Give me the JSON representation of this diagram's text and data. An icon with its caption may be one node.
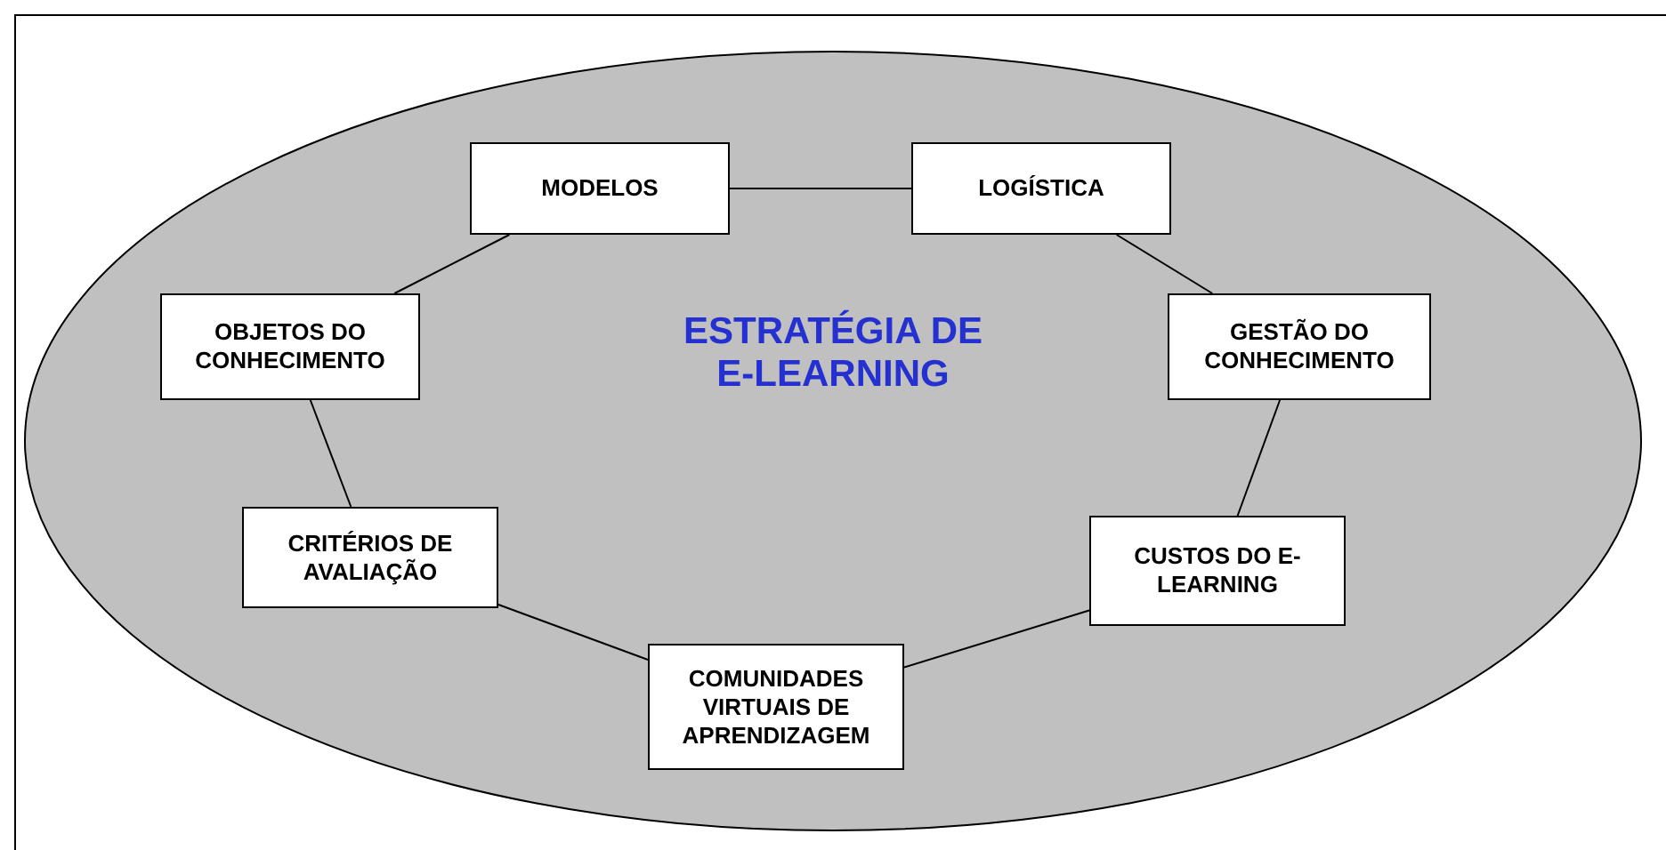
{
  "diagram": {
    "nodes": [
      {
        "text": [
          "ESTRATÉGIA DE E-LEARNING"
        ]
      },
      {
        "text": [
          "MODELOS"
        ],
        "in": 0
      },
      {
        "text": [
          "LOGÍSTICA"
        ],
        "in": 0
      },
      {
        "text": [
          "OBJETOS DO CONHECIMENTO"
        ],
        "in": 0
      },
      {
        "text": [
          "GESTÃO DO CONHECIMENTO"
        ],
        "in": 0
      },
      {
        "text": [
          "CRITÉRIOS DE AVALIAÇÃO"
        ],
        "in": 0
      },
      {
        "text": [
          "CUSTOS DO E-LEARNING"
        ],
        "in": 0
      },
      {
        "text": [
          "COMUNIDADES VIRTUAIS DE APRENDIZAGEM"
        ],
        "in": 0
      }
    ],
    "edges": [
      {
        "from": 1,
        "to": 2,
        "arrow": "none"
      },
      {
        "from": 2,
        "to": 4,
        "arrow": "none"
      },
      {
        "from": 4,
        "to": 6,
        "arrow": "none"
      },
      {
        "from": 6,
        "to": 7,
        "arrow": "none"
      },
      {
        "from": 7,
        "to": 5,
        "arrow": "none"
      },
      {
        "from": 5,
        "to": 3,
        "arrow": "none"
      },
      {
        "from": 3,
        "to": 1,
        "arrow": "none"
      }
    ]
  }
}
